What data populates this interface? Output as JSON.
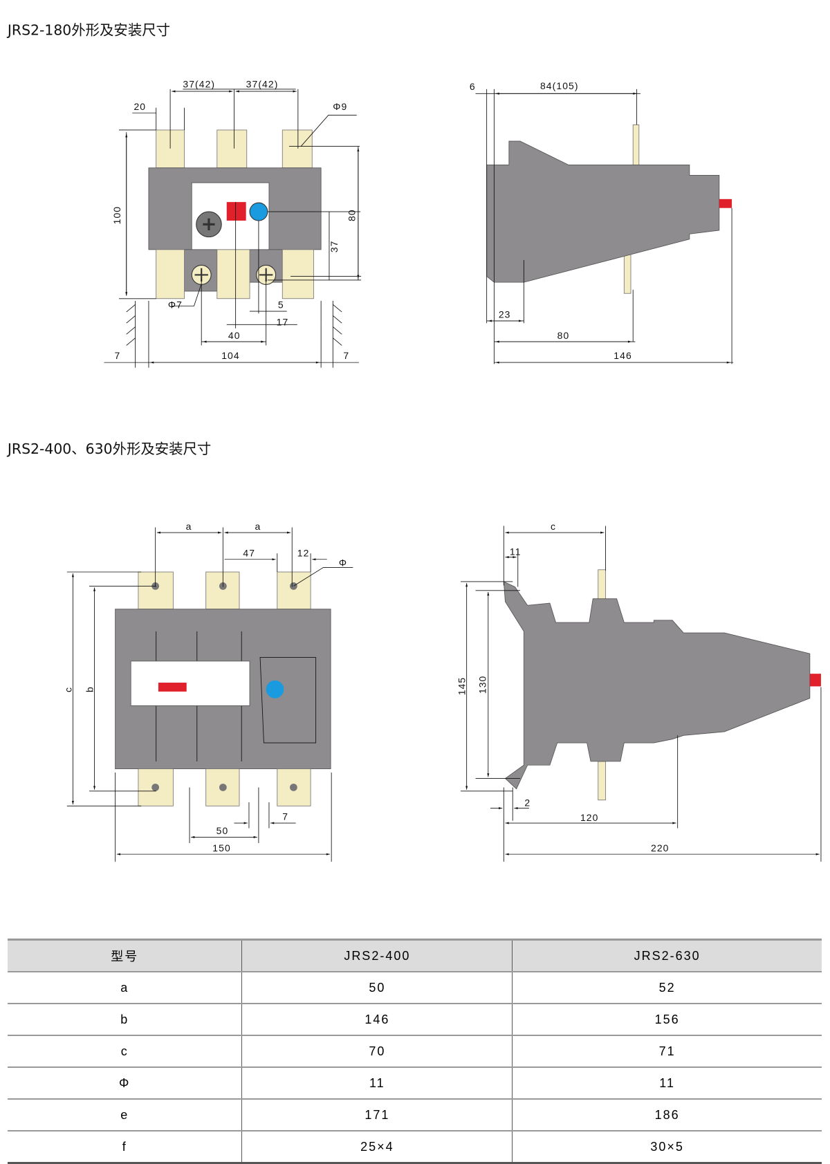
{
  "section1": {
    "title": "JRS2-180外形及安装尺寸",
    "front_dims": {
      "pitch1": "37(42)",
      "pitch2": "37(42)",
      "tab_w": "20",
      "hole": "Φ9",
      "height": "100",
      "h80": "80",
      "h37": "37",
      "screw": "Φ7",
      "d5": "5",
      "d17": "17",
      "d40": "40",
      "left7": "7",
      "width": "104",
      "right7": "7"
    },
    "side_dims": {
      "d6": "6",
      "depth": "84(105)",
      "d23": "23",
      "d80": "80",
      "d146": "146"
    }
  },
  "section2": {
    "title": "JRS2-400、630外形及安装尺寸",
    "front_dims": {
      "a1": "a",
      "a2": "a",
      "d47": "47",
      "d12": "12",
      "hole": "Φ",
      "c": "c",
      "b": "b",
      "d50": "50",
      "d7": "7",
      "d150": "150"
    },
    "side_dims": {
      "c": "c",
      "d11": "11",
      "d145": "145",
      "d130": "130",
      "d2": "2",
      "d120": "120",
      "d220": "220"
    }
  },
  "table": {
    "headers": [
      "型号",
      "JRS2-400",
      "JRS2-630"
    ],
    "rows": [
      [
        "a",
        "50",
        "52"
      ],
      [
        "b",
        "146",
        "156"
      ],
      [
        "c",
        "70",
        "71"
      ],
      [
        "Φ",
        "11",
        "11"
      ],
      [
        "e",
        "171",
        "186"
      ],
      [
        "f",
        "25×4",
        "30×5"
      ]
    ]
  },
  "colors": {
    "body": "#8e8c8e",
    "terminal": "#f4ecc2",
    "red": "#e0202a",
    "blue": "#1a9be0"
  }
}
